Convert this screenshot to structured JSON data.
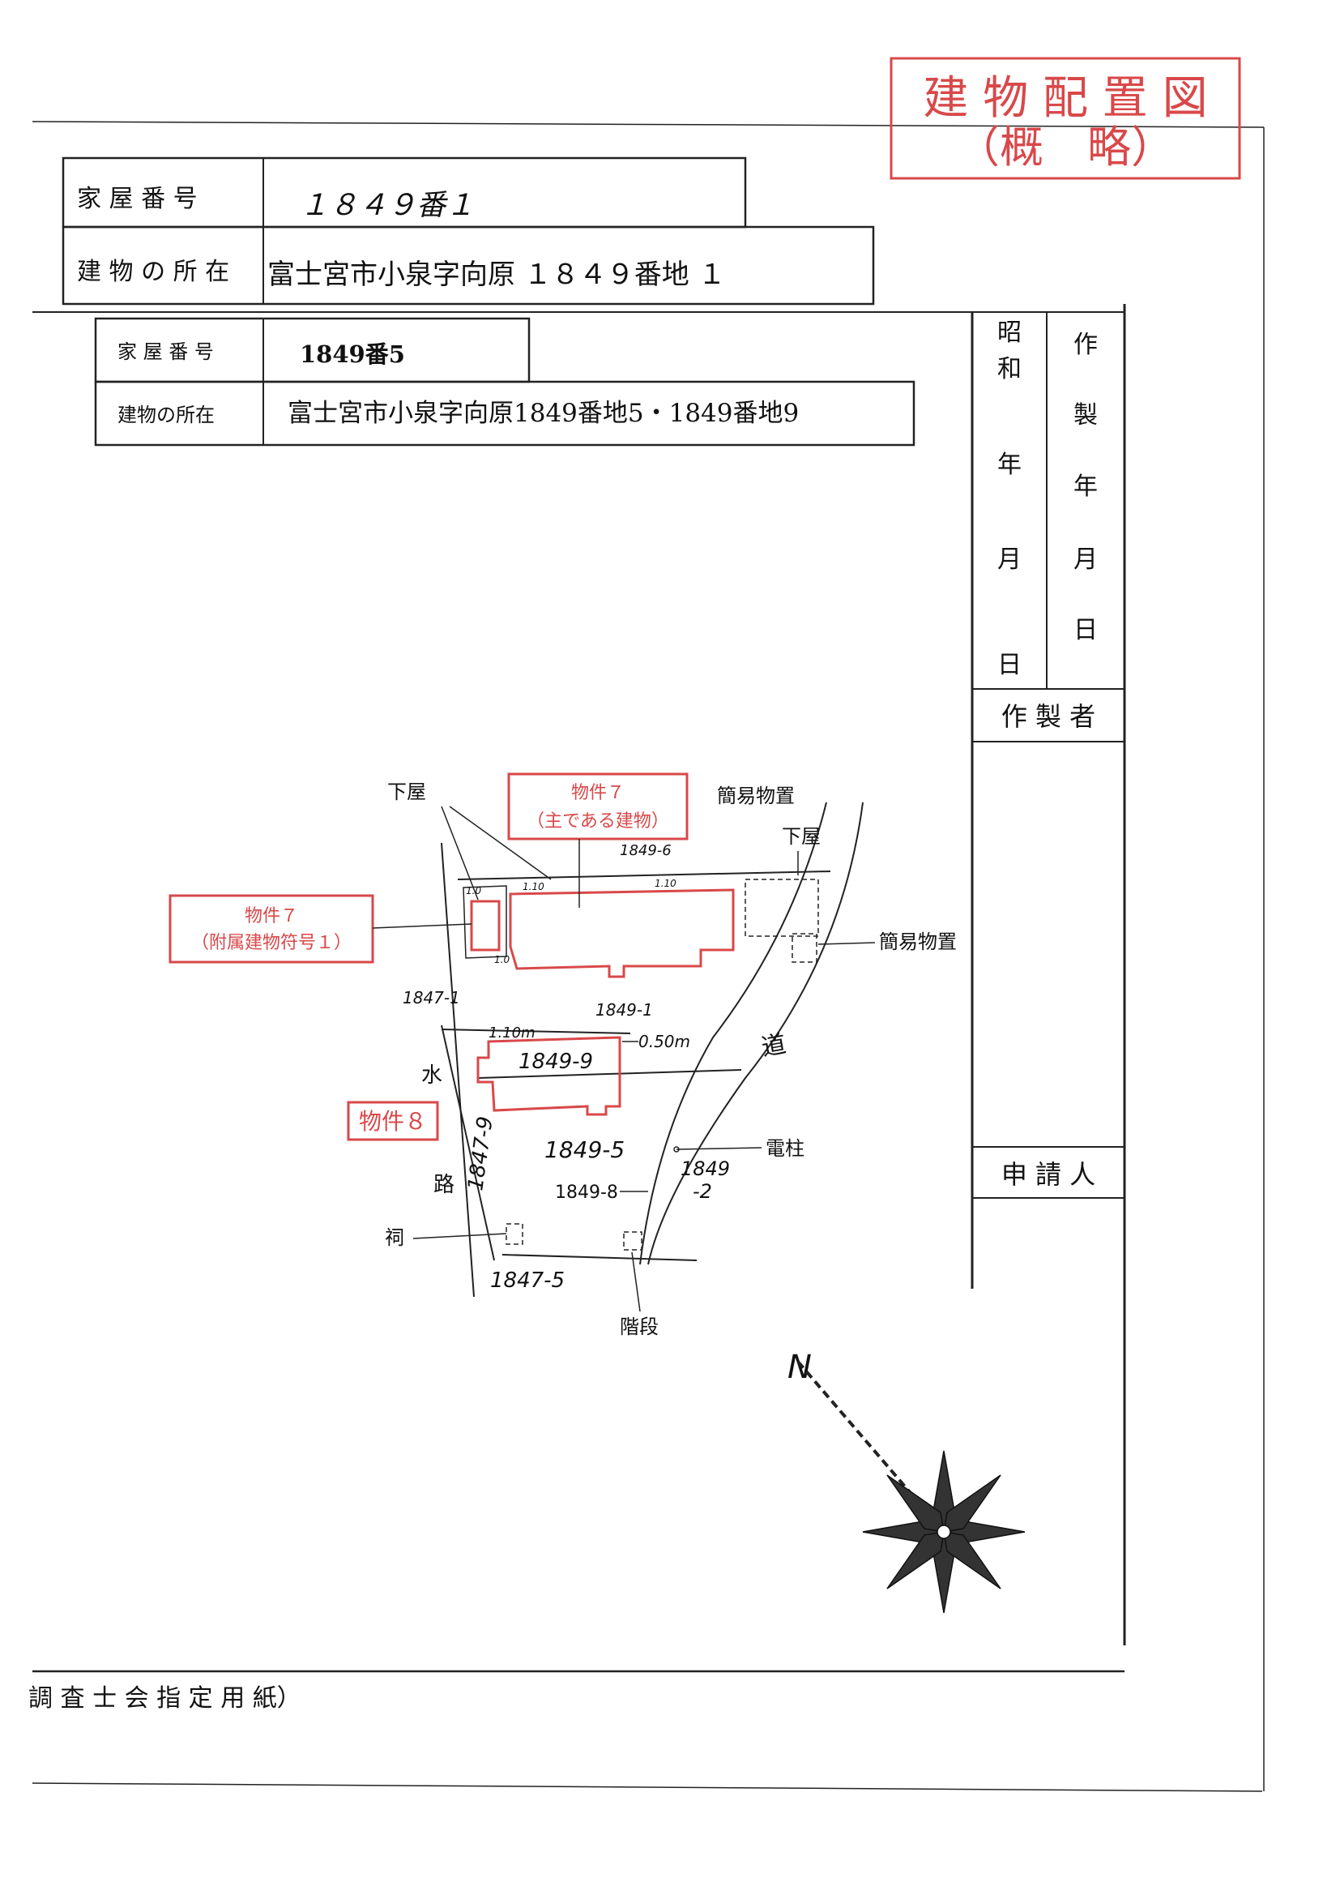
{
  "stamp": {
    "line1": "建 物 配 置 図",
    "line2": "（概　略）",
    "color": "#d9484a"
  },
  "header1": {
    "house_no_label": "家 屋 番 号",
    "house_no_value": "１８４９番１",
    "location_label": "建 物 の 所 在",
    "location_value": "富士宮市小泉字向原 １８４９番地 １"
  },
  "header2": {
    "house_no_label": "家 屋 番 号",
    "house_no_value": "1849番5",
    "location_label": "建物の所在",
    "location_value": "富士宮市小泉字向原1849番地5・1849番地9"
  },
  "side": {
    "era_col": [
      "昭",
      "和",
      "年",
      "月",
      "日"
    ],
    "made_col": [
      "作",
      "製",
      "年",
      "月",
      "日"
    ],
    "creator_label": "作 製 者",
    "applicant_label": "申 請 人"
  },
  "footer": {
    "note": "調 査 士 会 指 定 用 紙）"
  },
  "diagram": {
    "callout_property7_main": [
      "物件７",
      "（主である建物）"
    ],
    "callout_property7_annex": [
      "物件７",
      "（附属建物符号１）"
    ],
    "callout_property8": "物件８",
    "label_shimoya_left": "下屋",
    "label_shimoya_right": "下屋",
    "label_kani_top": "簡易物置",
    "label_kani_right": "簡易物置",
    "label_lot_1849_6": "1849-6",
    "label_lot_1847_1": "1847-1",
    "label_lot_1849_1": "1849-1",
    "label_lot_1849_9": "1849-9",
    "label_lot_1847_9": "1847-9",
    "label_lot_1849_5": "1849-5",
    "label_lot_1849_2a": "1849",
    "label_lot_1849_2b": "-2",
    "label_lot_1849_8": "1849-8",
    "label_lot_1847_5": "1847-5",
    "label_dist_110": "1.10m",
    "label_dist_050": "0.50m",
    "label_small_110": "1.10",
    "label_small_10": "1.0",
    "label_small_110b": "1.10",
    "label_small_10b": "1.0",
    "label_water_1": "水",
    "label_water_2": "路",
    "label_road": "道",
    "label_pole": "電柱",
    "label_shrine": "祠",
    "label_stairs": "階段",
    "label_north": "N"
  }
}
